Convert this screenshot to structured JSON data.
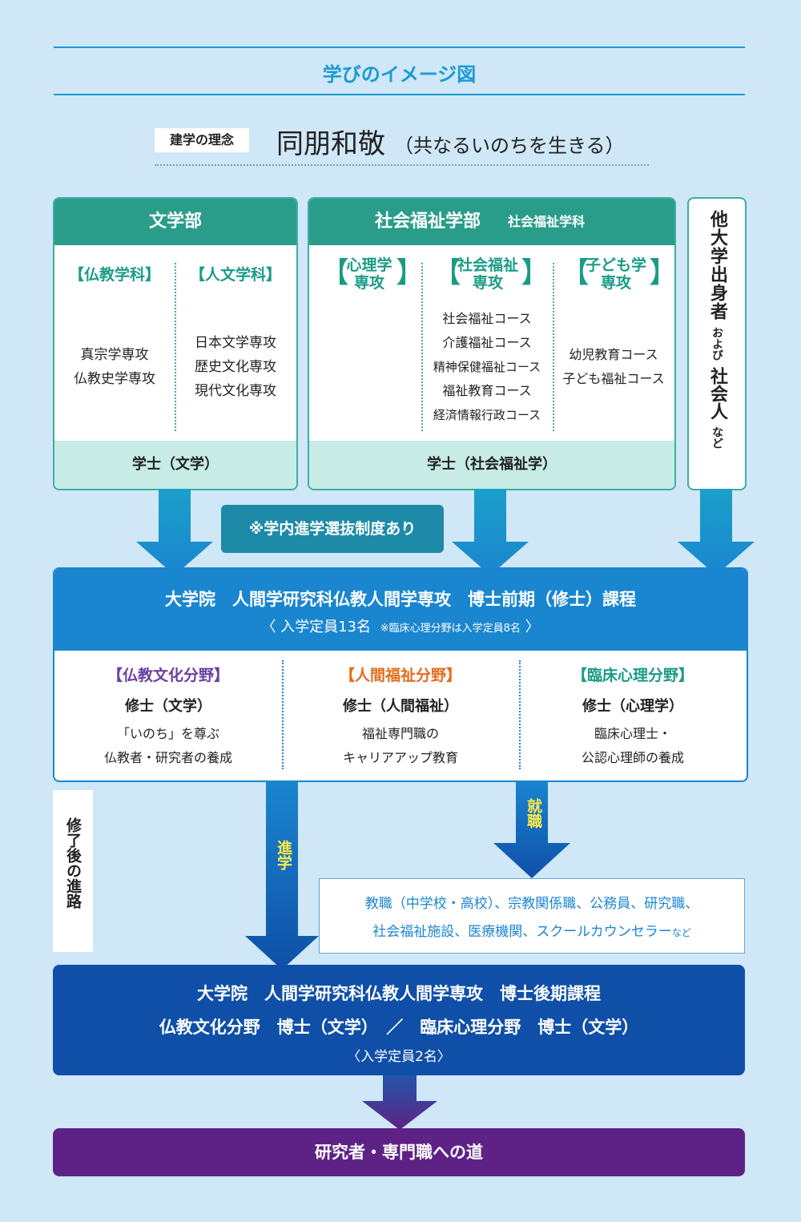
{
  "header": {
    "title": "学びのイメージ図"
  },
  "philosophy": {
    "badge": "建学の理念",
    "main": "同朋和敬",
    "sub": "（共なるいのちを生きる）"
  },
  "bungakubu": {
    "title": "文学部",
    "dept1": {
      "label": "【仏教学科】",
      "items": [
        "真宗学専攻",
        "仏教史学専攻"
      ]
    },
    "dept2": {
      "label": "【人文学科】",
      "items": [
        "日本文学専攻",
        "歴史文化専攻",
        "現代文化専攻"
      ]
    },
    "degree": "学士（文学）"
  },
  "shakai": {
    "title": "社会福祉学部",
    "subtitle": "社会福祉学科",
    "majors": [
      {
        "label1": "心理学",
        "label2": "専攻",
        "items": []
      },
      {
        "label1": "社会福祉",
        "label2": "専攻",
        "items": [
          "社会福祉コース",
          "介護福祉コース",
          "精神保健福祉コース",
          "福祉教育コース",
          "経済情報行政コース"
        ]
      },
      {
        "label1": "子ども学",
        "label2": "専攻",
        "items": [
          "幼児教育コース",
          "子ども福祉コース"
        ]
      }
    ],
    "degree": "学士（社会福祉学）"
  },
  "others": {
    "line1": "他大学出身者",
    "small1": "および",
    "line2": "社会人",
    "small2": "など"
  },
  "note": "※学内進学選抜制度あり",
  "master": {
    "title": "大学院　人間学研究科仏教人間学専攻　博士前期（修士）課程",
    "capacity_main": "〈 入学定員13名",
    "capacity_note": "※臨床心理分野は入学定員8名",
    "capacity_end": "〉",
    "fields": [
      {
        "name": "【仏教文化分野】",
        "color": "#6b3fa0",
        "degree": "修士（文学）",
        "desc1": "「いのち」を尊ぶ",
        "desc2": "仏教者・研究者の養成"
      },
      {
        "name": "【人間福祉分野】",
        "color": "#e36c1c",
        "degree": "修士（人間福祉）",
        "desc1": "福祉専門職の",
        "desc2": "キャリアアップ教育"
      },
      {
        "name": "【臨床心理分野】",
        "color": "#1a9b86",
        "degree": "修士（心理学）",
        "desc1": "臨床心理士・",
        "desc2": "公認心理師の養成"
      }
    ]
  },
  "after": {
    "label": "修了後の進路",
    "advance": "進学",
    "employ": "就職"
  },
  "careers": {
    "line1": "教職（中学校・高校）、宗教関係職、公務員、研究職、",
    "line2": "社会福祉施設、医療機関、スクールカウンセラー",
    "line2_small": "など"
  },
  "doctor": {
    "title": "大学院　人間学研究科仏教人間学専攻　博士後期課程",
    "line2": "仏教文化分野　博士（文学）　／　臨床心理分野　博士（文学）",
    "capacity": "〈入学定員2名〉"
  },
  "final": "研究者・専門職への道",
  "colors": {
    "bg": "#cfe7f6",
    "teal": "#2a9d8a",
    "blue": "#1a86d0",
    "navy": "#0f4fa8",
    "purple": "#5e2287"
  }
}
